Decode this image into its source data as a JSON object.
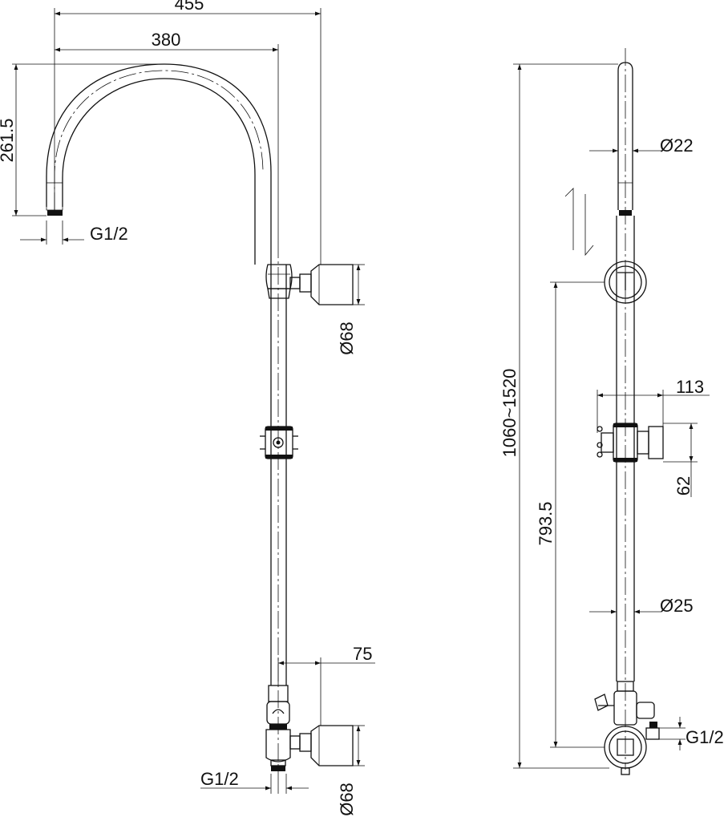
{
  "dimensions": {
    "overall_width": "455",
    "arm_width": "380",
    "arm_height": "261.5",
    "outlet_thread_top": "G1/2",
    "wall_bracket_top_dia": "Ø68",
    "wall_bracket_bottom_dia": "Ø68",
    "bracket_offset": "75",
    "inlet_thread_bottom": "G1/2",
    "total_height": "1060~1520",
    "riser_upper_dia": "Ø22",
    "riser_lower_dia": "Ø25",
    "slider_height": "793.5",
    "slider_width": "113",
    "slider_depth": "62",
    "inlet_thread_side": "G1/2"
  }
}
